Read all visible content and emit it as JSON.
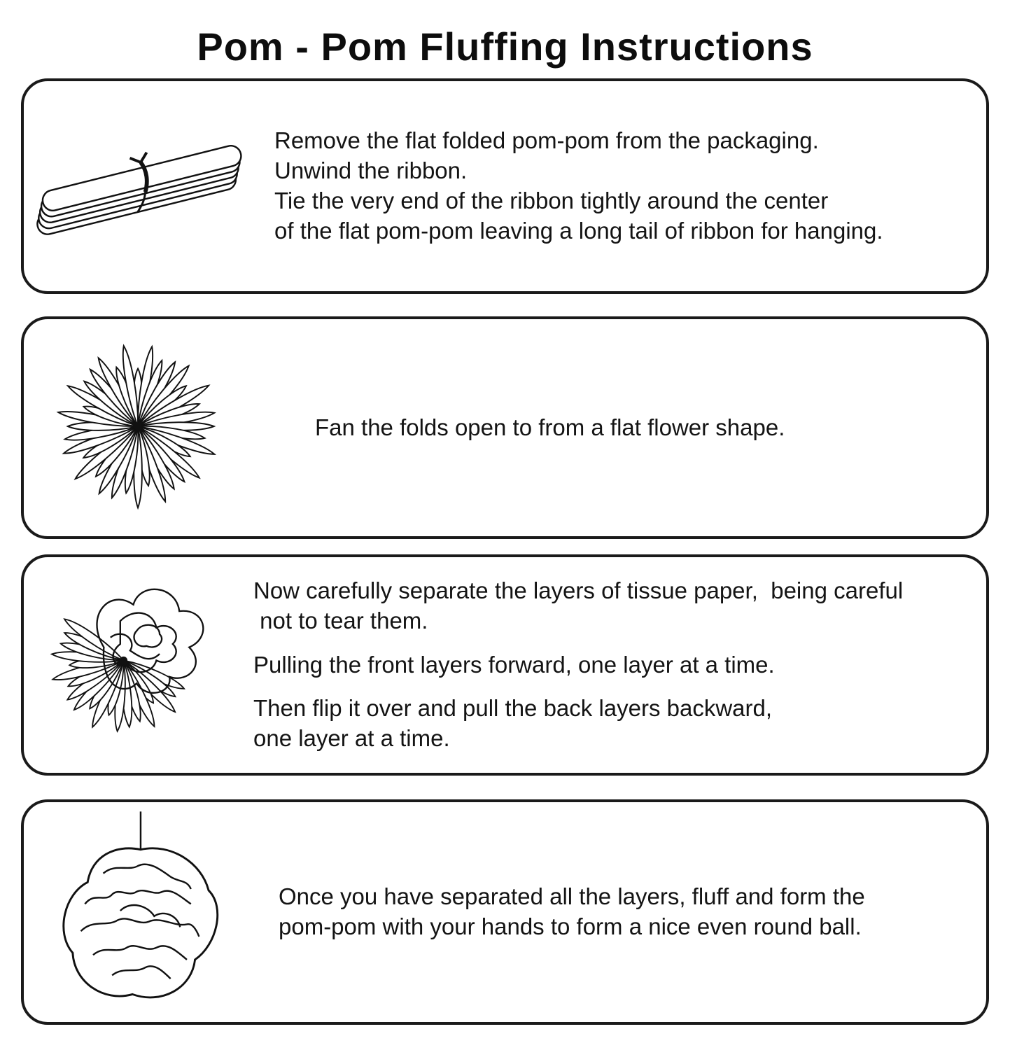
{
  "page": {
    "title": "Pom - Pom Fluffing Instructions"
  },
  "colors": {
    "ink": "#111111",
    "background": "#ffffff"
  },
  "steps": [
    {
      "name": "remove-and-tie",
      "illustration": "flat-folded-pompom",
      "paragraphs": [
        [
          "Remove the flat folded pom-pom from the packaging.",
          "Unwind the ribbon.",
          "Tie the very end of the ribbon tightly around the center",
          "of the flat pom-pom leaving a long tail of ribbon for hanging."
        ]
      ]
    },
    {
      "name": "fan-open",
      "illustration": "fan-flower",
      "paragraphs": [
        [
          "Fan the folds open to from a flat flower shape."
        ]
      ]
    },
    {
      "name": "separate-layers",
      "illustration": "partially-separated-layers",
      "paragraphs": [
        [
          "Now carefully separate the layers of tissue paper,  being careful",
          " not to tear them."
        ],
        [
          "Pulling the front layers forward, one layer at a time."
        ],
        [
          "Then flip it over and pull the back layers backward,",
          "one layer at a time."
        ]
      ]
    },
    {
      "name": "fluff-round-ball",
      "illustration": "fluffed-pompom-ball",
      "paragraphs": [
        [
          "Once you have separated all the layers, fluff and form the",
          "pom-pom with your hands to form a nice even round ball."
        ]
      ]
    }
  ]
}
